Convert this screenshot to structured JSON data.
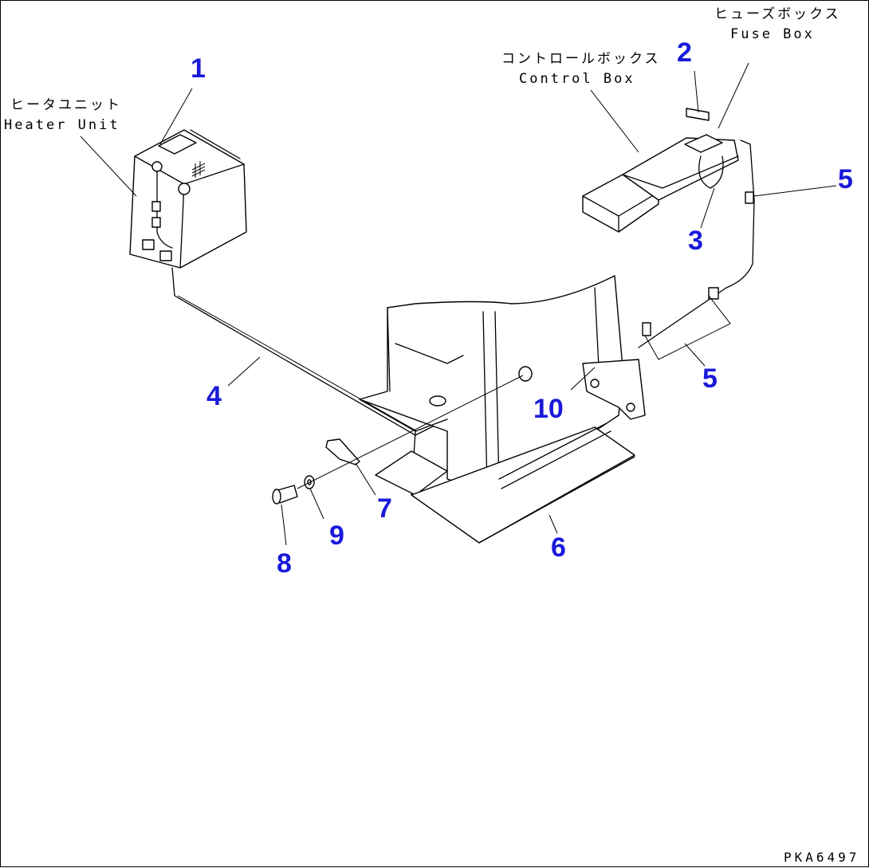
{
  "labels": {
    "heater_jp": "ヒータユニット",
    "heater_en": "Heater Unit",
    "control_jp": "コントロールボックス",
    "control_en": "Control Box",
    "fuse_jp": "ヒューズボックス",
    "fuse_en": "Fuse Box"
  },
  "callouts": [
    "1",
    "2",
    "3",
    "4",
    "5",
    "5",
    "6",
    "7",
    "8",
    "9",
    "10"
  ],
  "drawing_code": "PKA6497"
}
